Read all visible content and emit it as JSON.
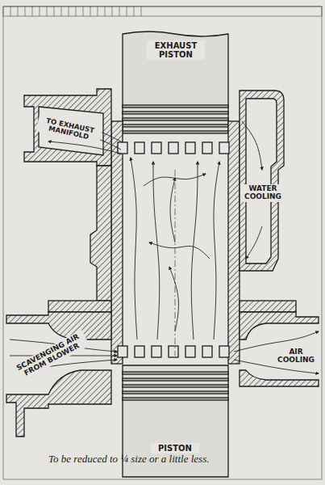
{
  "diagram": {
    "labels": [
      "EXHAUST PISTON",
      "TO EXHAUST MANIFOLD",
      "WATER COOLING",
      "SCAVENGING AIR FROM BLOWER",
      "AIR COOLING",
      "PISTON",
      "To be reduced to ¼ size or a little less."
    ]
  }
}
